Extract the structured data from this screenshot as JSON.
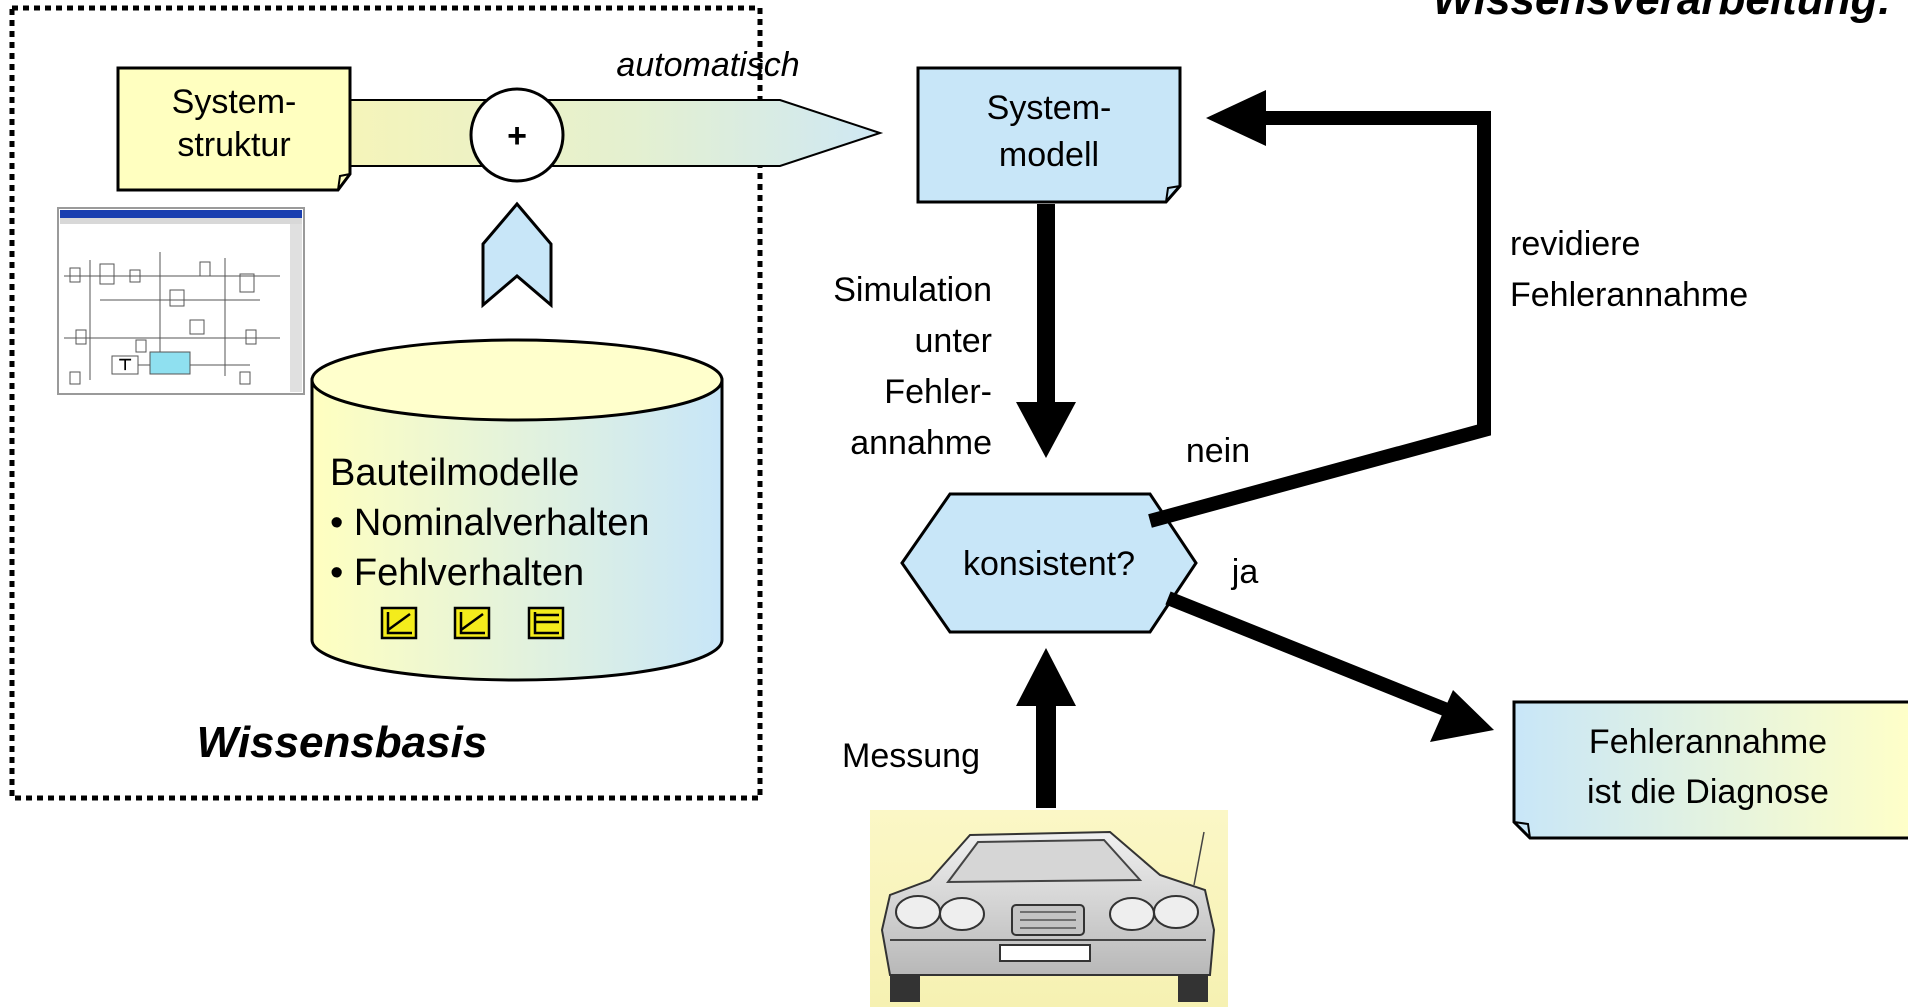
{
  "header": {
    "title": "Wissensverarbeitung:"
  },
  "knowledge_base": {
    "title": "Wissensbasis",
    "system_structure": [
      "System-",
      "struktur"
    ],
    "merge_symbol": "+",
    "edge_label": "automatisch",
    "component_models": {
      "title": "Bauteilmodelle",
      "items": [
        "• Nominalverhalten",
        "• Fehlverhalten"
      ]
    }
  },
  "process": {
    "system_model": [
      "System-",
      "modell"
    ],
    "simulation_label": [
      "Simulation",
      "unter",
      "Fehler-",
      "annahme"
    ],
    "decision": "konsistent?",
    "no_label": "nein",
    "yes_label": "ja",
    "revise_label": [
      "revidiere",
      "Fehlerannahme"
    ],
    "measurement_label": "Messung",
    "result": [
      "Fehlerannahme",
      "ist die Diagnose"
    ]
  },
  "colors": {
    "yellow_fill": "#ffffc0",
    "blue_fill": "#c8e6f8",
    "note_border": "#000000",
    "arrow": "#000000",
    "symbol_yellow": "#f4ec1c"
  }
}
